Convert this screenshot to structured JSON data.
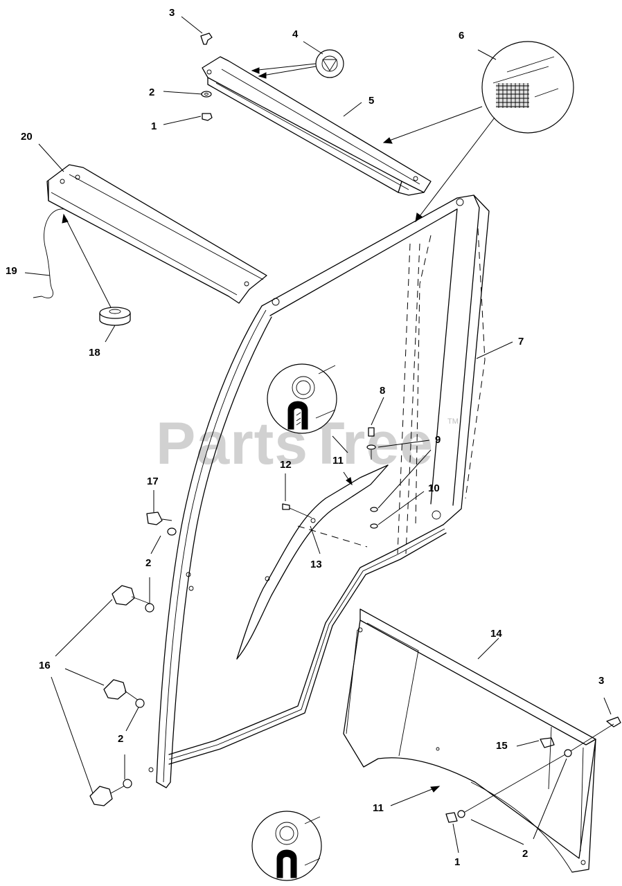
{
  "watermark": {
    "text": "PartsTree",
    "trademark": "TM"
  },
  "callouts": {
    "c1_top": "1",
    "c2_top": "2",
    "c3_top": "3",
    "c4": "4",
    "c5": "5",
    "c6": "6",
    "c7": "7",
    "c8": "8",
    "c9": "9",
    "c10": "10",
    "c11_mid": "11",
    "c12": "12",
    "c13": "13",
    "c14": "14",
    "c15": "15",
    "c16": "16",
    "c17": "17",
    "c18": "18",
    "c19": "19",
    "c20": "20",
    "c2_left_a": "2",
    "c2_left_b": "2",
    "c2_bottom": "2",
    "c1_bottom": "1",
    "c3_right": "3",
    "c11_bottom": "11"
  }
}
